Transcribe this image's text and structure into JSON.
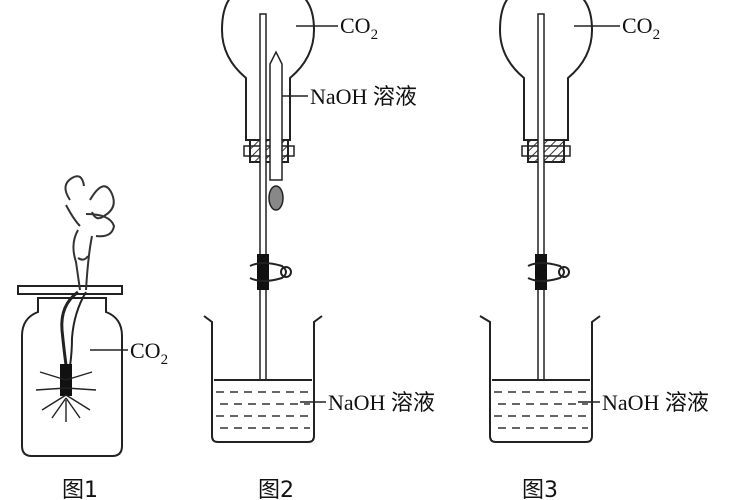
{
  "labels": {
    "co2_base": "CO",
    "co2_sub": "2",
    "naoh_solution": "NaOH 溶液"
  },
  "figures": [
    {
      "caption": "图1"
    },
    {
      "caption": "图2"
    },
    {
      "caption": "图3"
    }
  ]
}
